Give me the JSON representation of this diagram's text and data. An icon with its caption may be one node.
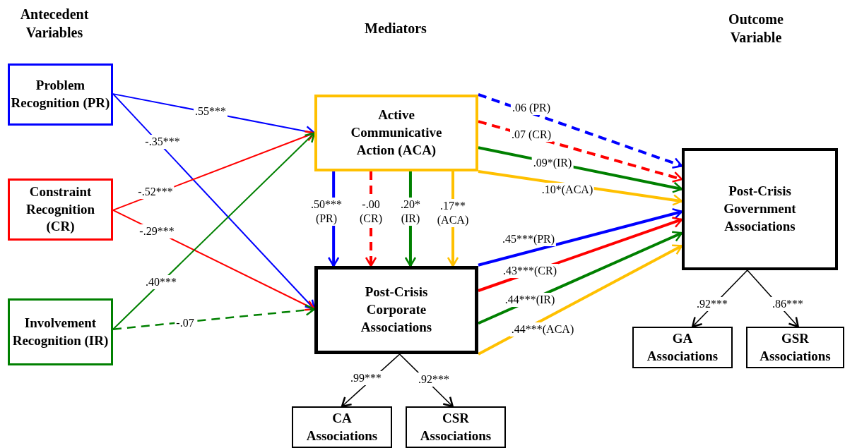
{
  "diagram": {
    "nodes": [
      {
        "text": [
          "Problem Recognition (PR)"
        ]
      },
      {
        "text": [
          "Constraint Recognition (CR)"
        ]
      },
      {
        "text": [
          "Involvement Recognition (IR)"
        ]
      },
      {
        "text": [
          "Active Communicative Action (ACA)"
        ]
      },
      {
        "text": [
          "Post-Crisis Corporate Associations"
        ]
      },
      {
        "text": [
          "Post-Crisis Government Associations"
        ]
      },
      {
        "text": [
          "CA Associations"
        ]
      },
      {
        "text": [
          "CSR Associations"
        ]
      },
      {
        "text": [
          "GA Associations"
        ]
      },
      {
        "text": [
          "GSR Associations"
        ]
      }
    ],
    "edges": [
      {
        "from": 0,
        "to": 3,
        "arrow": "to",
        "label": ".55***",
        "color": "#0000ff"
      },
      {
        "from": 0,
        "to": 4,
        "arrow": "to",
        "label": "-.35***",
        "color": "#0000ff"
      },
      {
        "from": 1,
        "to": 3,
        "arrow": "to",
        "label": "-.52***",
        "color": "#ff0000"
      },
      {
        "from": 1,
        "to": 4,
        "arrow": "to",
        "label": "-.29***",
        "color": "#ff0000"
      },
      {
        "from": 2,
        "to": 3,
        "arrow": "to",
        "label": ".40***",
        "color": "#008000"
      },
      {
        "from": 2,
        "to": 4,
        "arrow": "to",
        "label": "-.07",
        "style": "dashed",
        "color": "#008000"
      },
      {
        "from": 3,
        "to": 4,
        "arrow": "to",
        "label": ".50*** (PR)",
        "color": "#0000ff"
      },
      {
        "from": 3,
        "to": 4,
        "arrow": "to",
        "label": "-.00 (CR)",
        "style": "dashed",
        "color": "#ff0000"
      },
      {
        "from": 3,
        "to": 4,
        "arrow": "to",
        "label": ".20* (IR)",
        "color": "#008000"
      },
      {
        "from": 3,
        "to": 4,
        "arrow": "to",
        "label": ".17** (ACA)",
        "color": "#ffc000"
      },
      {
        "from": 3,
        "to": 5,
        "arrow": "to",
        "label": ".06 (PR)",
        "style": "dashed",
        "color": "#0000ff"
      },
      {
        "from": 3,
        "to": 5,
        "arrow": "to",
        "label": ".07 (CR)",
        "style": "dashed",
        "color": "#ff0000"
      },
      {
        "from": 3,
        "to": 5,
        "arrow": "to",
        "label": ".09*(IR)",
        "color": "#008000"
      },
      {
        "from": 3,
        "to": 5,
        "arrow": "to",
        "label": ".10*(ACA)",
        "color": "#ffc000"
      },
      {
        "from": 4,
        "to": 5,
        "arrow": "to",
        "label": ".45***(PR)",
        "color": "#0000ff"
      },
      {
        "from": 4,
        "to": 5,
        "arrow": "to",
        "label": ".43***(CR)",
        "color": "#ff0000"
      },
      {
        "from": 4,
        "to": 5,
        "arrow": "to",
        "label": ".44***(IR)",
        "color": "#008000"
      },
      {
        "from": 4,
        "to": 5,
        "arrow": "to",
        "label": ".44***(ACA)",
        "color": "#ffc000"
      },
      {
        "from": 4,
        "to": 6,
        "arrow": "to",
        "label": ".99***",
        "color": "#000000"
      },
      {
        "from": 4,
        "to": 7,
        "arrow": "to",
        "label": ".92***",
        "color": "#000000"
      },
      {
        "from": 5,
        "to": 8,
        "arrow": "to",
        "label": ".92***",
        "color": "#000000"
      },
      {
        "from": 5,
        "to": 9,
        "arrow": "to",
        "label": ".86***",
        "color": "#000000"
      }
    ],
    "labels": [
      "Antecedent Variables",
      "Mediators",
      "Outcome Variable"
    ]
  }
}
